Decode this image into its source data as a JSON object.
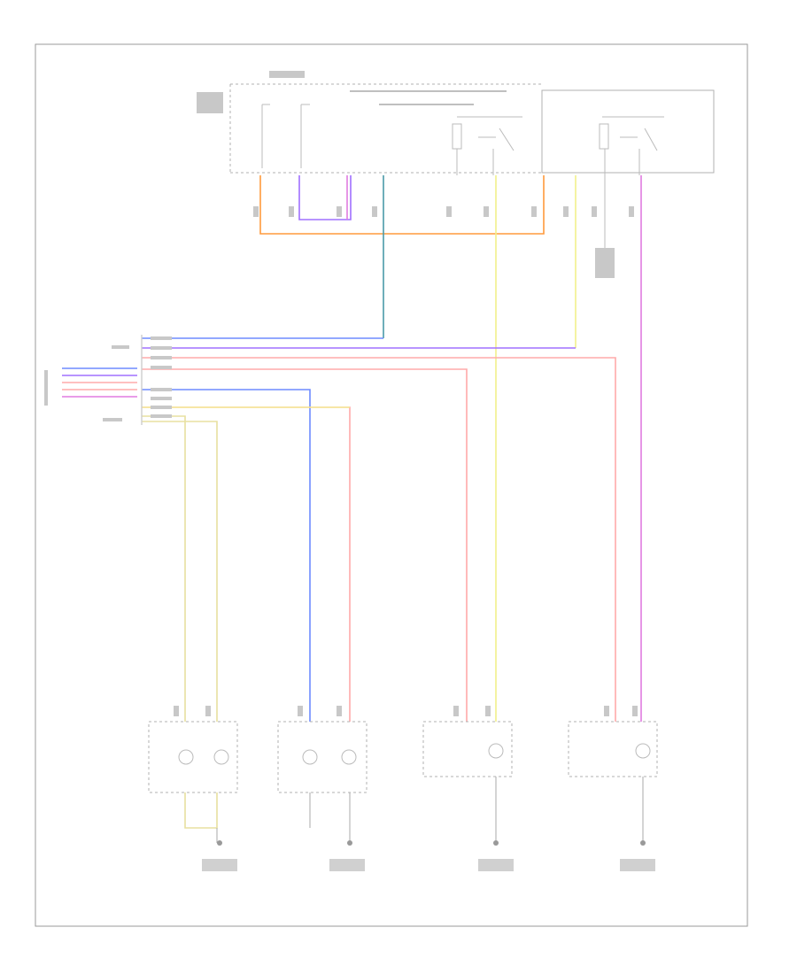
{
  "diagram": {
    "footer_text": "",
    "modules": {
      "power_module_title": "",
      "control_module_title": "",
      "relay_right_label": "",
      "relay_left_label": "",
      "splice_label": ""
    },
    "lamps": [
      {
        "id": "left-front",
        "title": "",
        "ground_label": ""
      },
      {
        "id": "right-front",
        "title": "",
        "ground_label": ""
      },
      {
        "id": "right-headlamp",
        "title": "",
        "ground_label": ""
      },
      {
        "id": "left-headlamp",
        "title": "",
        "ground_label": ""
      }
    ],
    "wire_colors": {
      "orange": "#ff9a3c",
      "violet": "#a070ff",
      "magenta": "#e07be0",
      "blue": "#6e8bff",
      "teal": "#4a9aa8",
      "yellow": "#f2f08a",
      "pink": "#ffaaaa",
      "tan": "#e8e0a0",
      "frame": "#9a9a9a"
    }
  }
}
